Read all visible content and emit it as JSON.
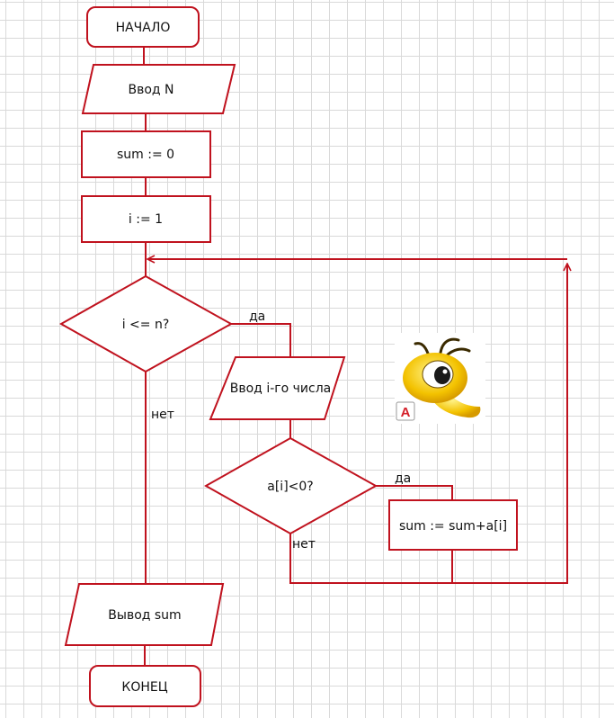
{
  "flowchart": {
    "start": "НАЧАЛО",
    "input_n": "Ввод N",
    "init_sum": "sum := 0",
    "init_i": "i := 1",
    "loop_condition": "i <= n?",
    "input_item": "Ввод i-го числа",
    "check_negative": "a[i]<0?",
    "accumulate": "sum := sum+a[i]",
    "output_sum": "Вывод sum",
    "end": "КОНЕЦ",
    "yes_label": "да",
    "no_label": "нет"
  },
  "logo": {
    "icon": "bee-mascot-icon",
    "badge_letter": "A"
  },
  "colors": {
    "stroke": "#c0121e",
    "grid": "#d9d9d9",
    "text": "#111111"
  }
}
